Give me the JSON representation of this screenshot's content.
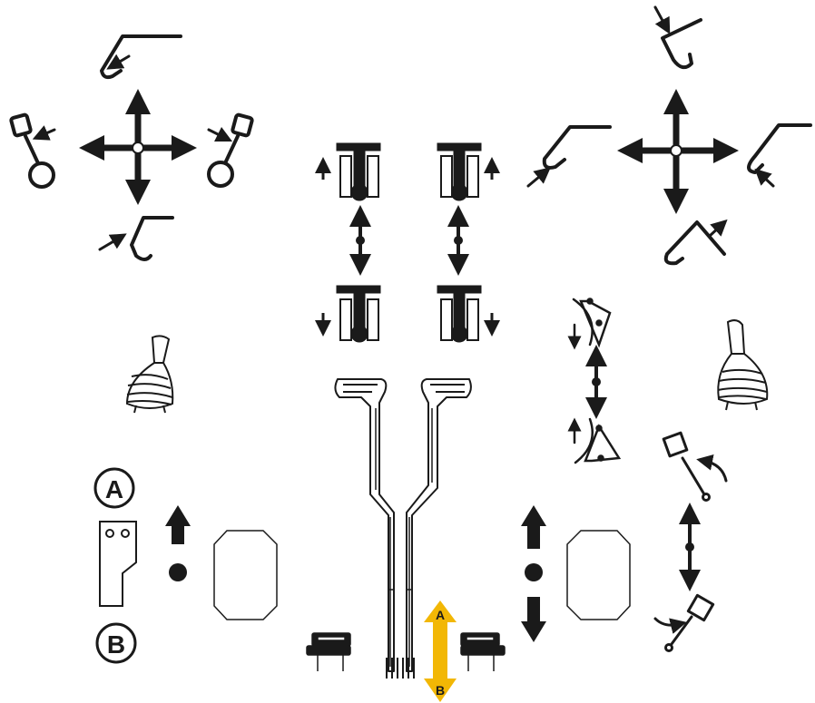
{
  "labels": {
    "circle_a": "A",
    "circle_b": "B",
    "arrow_a": "A",
    "arrow_b": "B"
  },
  "colors": {
    "ink": "#1a1a1a",
    "accent": "#f2b705",
    "background": "#ffffff"
  },
  "icons": [
    "boom-arm-up-icon",
    "boom-arm-down-icon",
    "swing-left-icon",
    "swing-right-icon",
    "bucket-curl-icon",
    "bucket-dump-icon",
    "stabilizer-up-icon",
    "stabilizer-down-icon",
    "joystick-icon",
    "foot-pedal-icon",
    "travel-lever-icon",
    "blade-up-icon",
    "blade-down-icon",
    "boom-swing-icon",
    "direction-arrows-icon"
  ]
}
